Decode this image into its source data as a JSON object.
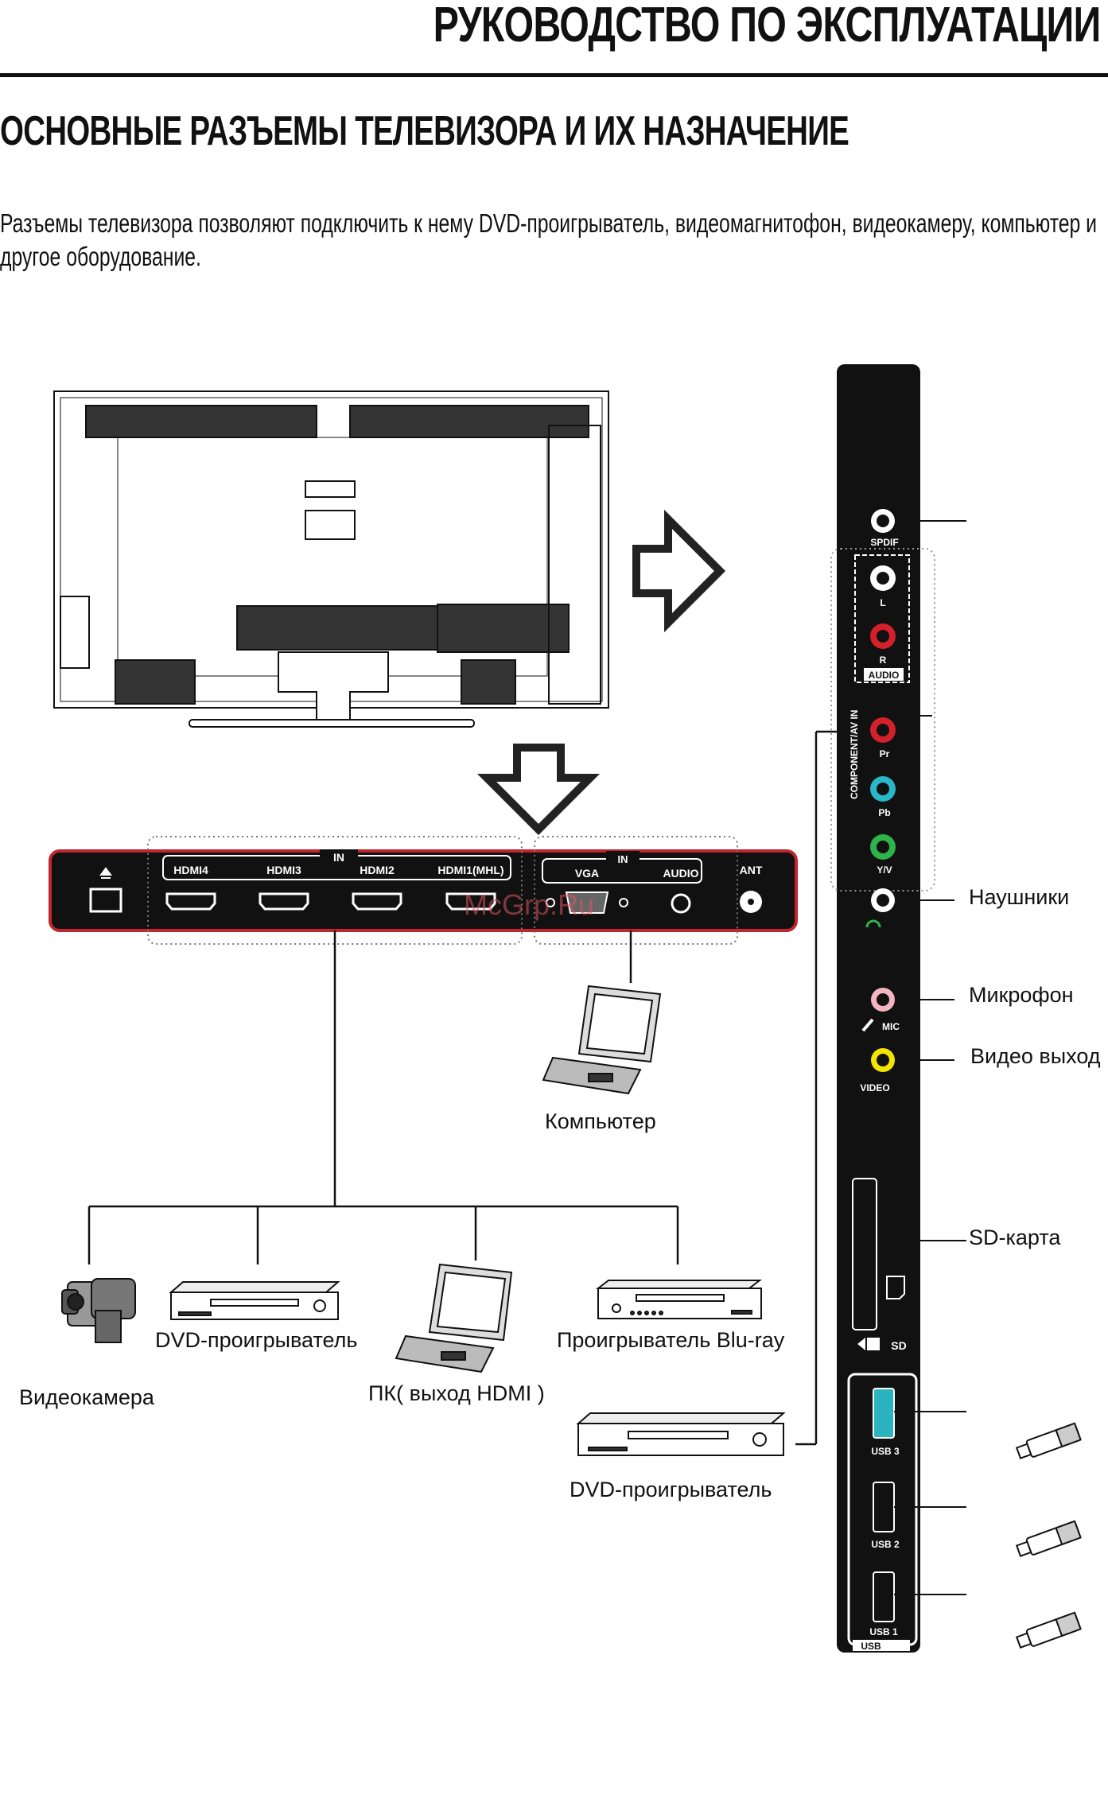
{
  "header": {
    "title": "РУКОВОДСТВО ПО ЭКСПЛУАТАЦИИ"
  },
  "section": {
    "title": "ОСНОВНЫЕ РАЗЪЕМЫ ТЕЛЕВИЗОРА И ИХ НАЗНАЧЕНИЕ"
  },
  "intro": {
    "text": "Разъемы телевизора позволяют подключить к нему DVD-проигрыватель, видеомагнитофон, видеокамеру, компьютер и другое оборудование."
  },
  "back_panel": {
    "in_label": "IN",
    "hdmi": [
      "HDMI4",
      "HDMI3",
      "HDMI2",
      "HDMI1(MHL)"
    ],
    "vga_in_label": "IN",
    "vga": "VGA",
    "audio": "AUDIO",
    "ant": "ANT"
  },
  "side_panel": {
    "spdif": "SPDIF",
    "l": "L",
    "r": "R",
    "audio": "AUDIO",
    "component_label": "COMPONENT/AV IN",
    "pr": "Pr",
    "pb": "Pb",
    "yv": "Y/V",
    "mic": "MIC",
    "video": "VIDEO",
    "sd": "SD",
    "usb3": "USB 3",
    "usb2": "USB 2",
    "usb1": "USB 1",
    "usb": "USB"
  },
  "devices": {
    "computer": "Компьютер",
    "camcorder": "Видеокамера",
    "dvd_player": "DVD-проигрыватель",
    "pc_hdmi": "ПК( выход HDMI )",
    "bluray": "Проигрыватель Blu-ray",
    "dvd_player_av": "DVD-проигрыватель"
  },
  "side_labels": {
    "headphones": "Наушники",
    "microphone": "Микрофон",
    "video_out": "Видео выход",
    "sd_card": "SD-карта"
  },
  "watermark": "McGrp.Ru",
  "colors": {
    "red": "#d4202a",
    "cyan": "#29b6c9",
    "green": "#2db34a",
    "yellow": "#f2e600",
    "pink": "#f3b5c0",
    "usb3": "#2bb3c0"
  }
}
